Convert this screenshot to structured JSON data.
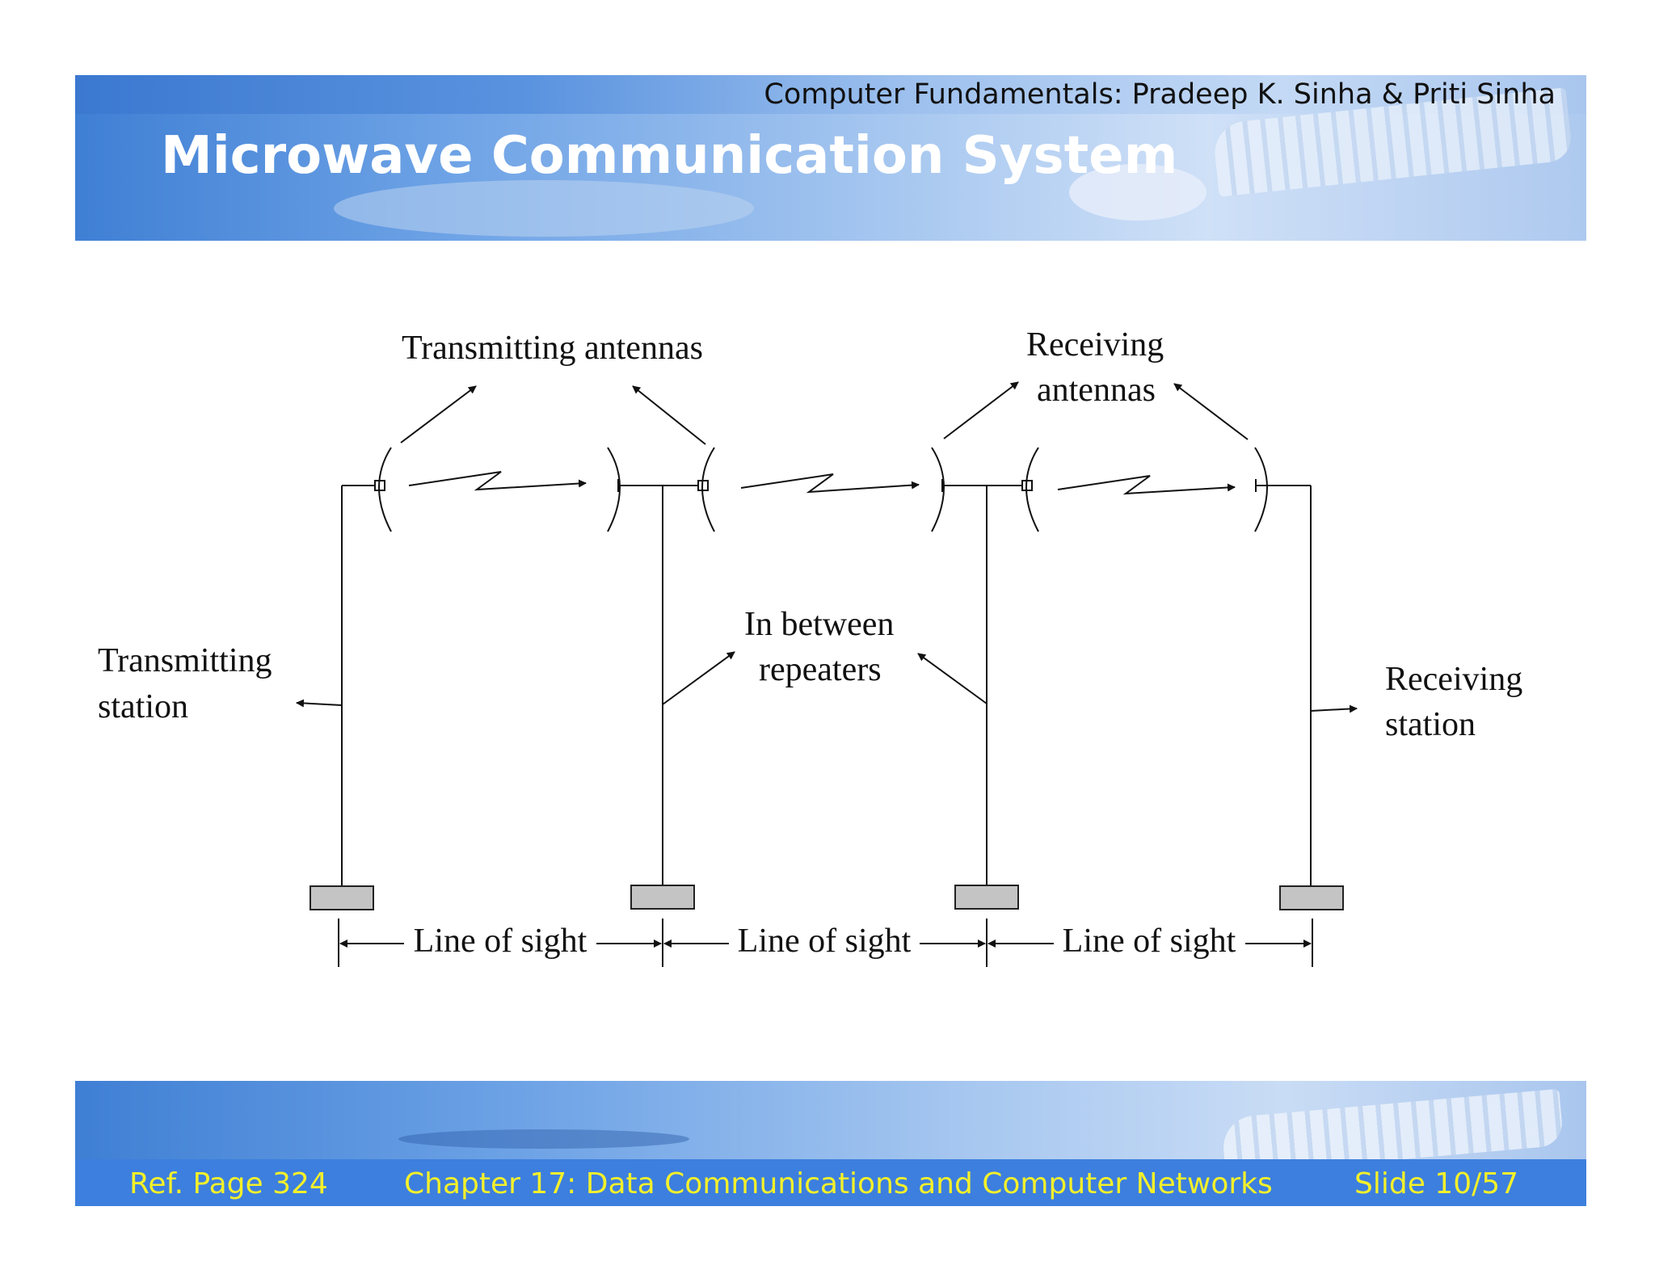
{
  "header": {
    "subtitle": "Computer Fundamentals: Pradeep K. Sinha & Priti Sinha",
    "title": "Microwave Communication System"
  },
  "diagram": {
    "labels": {
      "transmitting_antennas": "Transmitting antennas",
      "receiving_antennas_line1": "Receiving",
      "receiving_antennas_line2": "antennas",
      "in_between_line1": "In between",
      "in_between_line2": "repeaters",
      "transmitting_station_line1": "Transmitting",
      "transmitting_station_line2": "station",
      "receiving_station_line1": "Receiving",
      "receiving_station_line2": "station",
      "line_of_sight_1": "Line of sight",
      "line_of_sight_2": "Line of sight",
      "line_of_sight_3": "Line of sight"
    }
  },
  "footer": {
    "ref": "Ref. Page 324",
    "chapter": "Chapter 17: Data Communications and Computer Networks",
    "slide": "Slide 10/57"
  }
}
